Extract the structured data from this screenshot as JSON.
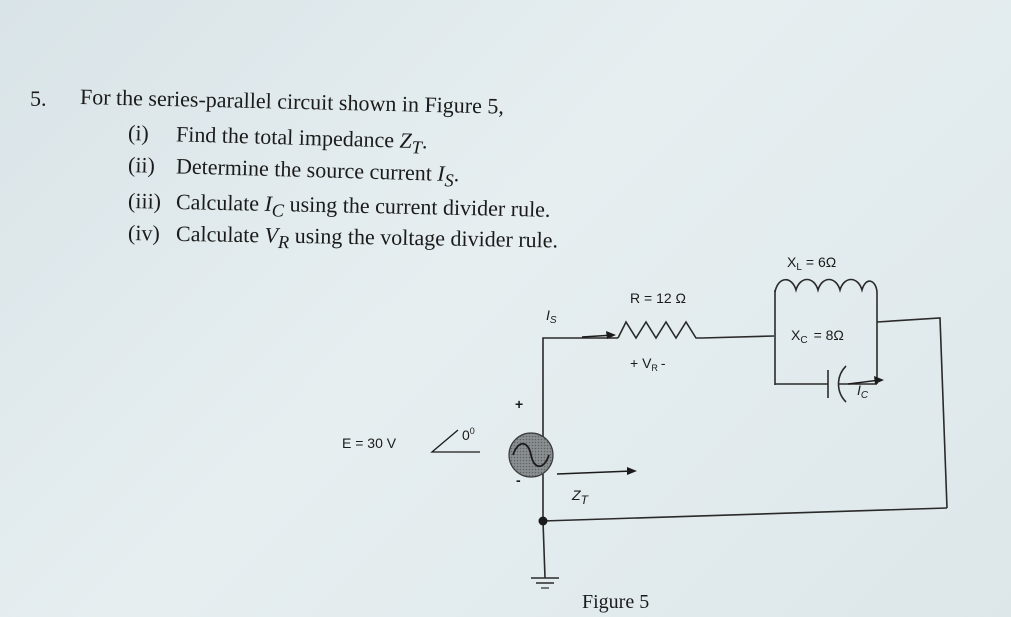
{
  "question": {
    "number": "5.",
    "intro": "For the series-parallel circuit shown in Figure 5,",
    "items": [
      {
        "num": "(i)",
        "pre": "Find the total impedance ",
        "var": "Z",
        "sub": "T",
        "post": "."
      },
      {
        "num": "(ii)",
        "pre": "Determine the source current ",
        "var": "I",
        "sub": "S",
        "post": "."
      },
      {
        "num": "(iii)",
        "pre": "Calculate ",
        "var": "I",
        "sub": "C",
        "post": " using the current divider rule."
      },
      {
        "num": "(iv)",
        "pre": "Calculate ",
        "var": "V",
        "sub": "R",
        "post": " using the voltage divider rule."
      }
    ]
  },
  "circuit": {
    "xl_label": "X",
    "xl_sub": "L",
    "xl_value": "= 6Ω",
    "xc_label": "X",
    "xc_sub": "C",
    "xc_value": "= 8Ω",
    "r_label": "R = 12 Ω",
    "vr_plus": "+ V",
    "vr_sub": "R",
    "vr_minus": "-",
    "is_label": "I",
    "is_sub": "S",
    "ic_label": "I",
    "ic_sub": "C",
    "source_label": "E = 30 V",
    "source_angle": "0",
    "source_angle_deg": "0",
    "plus": "+",
    "minus": "-",
    "zt_label": "Z",
    "zt_sub": "T",
    "figure_caption": "Figure 5"
  }
}
